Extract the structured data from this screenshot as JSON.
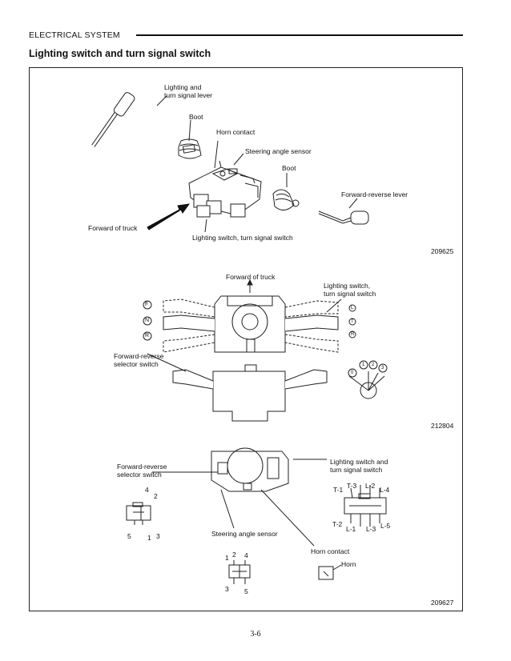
{
  "header": {
    "section": "ELECTRICAL SYSTEM",
    "title": "Lighting switch and turn signal switch"
  },
  "figure1": {
    "labels": {
      "lever": "Lighting and\nturn signal lever",
      "boot1": "Boot",
      "horn_contact": "Horn contact",
      "angle_sensor": "Steering angle sensor",
      "boot2": "Boot",
      "fr_lever": "Forward-reverse lever",
      "forward": "Forward of truck",
      "switch_assy": "Lighting switch, turn signal switch"
    },
    "number": "209625"
  },
  "figure2": {
    "labels": {
      "forward": "Forward of truck",
      "lighting": "Lighting switch,\nturn signal switch",
      "selector": "Forward-reverse\nselector switch",
      "F": "F",
      "N": "N",
      "R": "R",
      "L": "L",
      "T": "T",
      "R2": "R",
      "d0": "0",
      "d1": "1",
      "d2": "2",
      "d3": "3"
    },
    "number": "212804"
  },
  "figure3": {
    "labels": {
      "selector": "Forward-reverse\nselector switch",
      "lighting": "Lighting switch and\nturn signal switch",
      "angle_sensor": "Steering angle sensor",
      "horn_contact": "Horn contact",
      "horn": "Horn"
    },
    "pins_left": {
      "p4": "4",
      "p2": "2",
      "p5": "5",
      "p1": "1",
      "p3": "3"
    },
    "pins_right": {
      "t1": "T-1",
      "t3": "T-3",
      "l2": "L-2",
      "l4": "L-4",
      "t2": "T-2",
      "l1": "L-1",
      "l3": "L-3",
      "l5": "L-5"
    },
    "pins_bottom": {
      "p1": "1",
      "p2": "2",
      "p4": "4",
      "p3": "3",
      "p5": "5"
    },
    "number": "209627"
  },
  "footer": {
    "page": "3-6"
  }
}
